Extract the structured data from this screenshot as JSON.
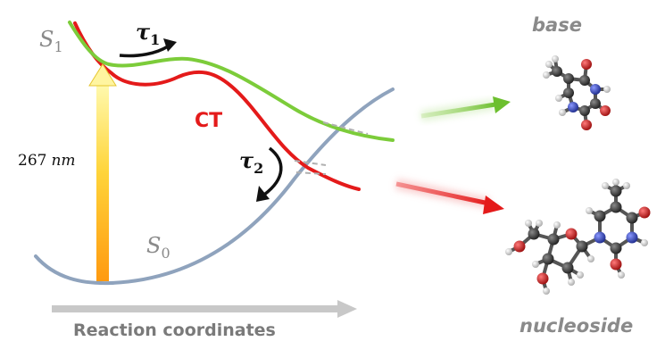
{
  "labels": {
    "s1_letter": "S",
    "s1_sub": "1",
    "s0_letter": "S",
    "s0_sub": "0",
    "tau1_letter": "τ",
    "tau1_sub": "1",
    "tau2_letter": "τ",
    "tau2_sub": "2",
    "ct": "CT",
    "excitation_value": "267",
    "excitation_unit": "nm",
    "axis": "Reaction coordinates",
    "base": "base",
    "nucleoside": "nucleoside"
  },
  "colors": {
    "s1_curve": "#7ccc3a",
    "ct_curve": "#e41a1a",
    "s0_curve": "#8fa3bd",
    "excitation_arrow_top": "#fff58a",
    "excitation_arrow_bottom": "#ffa21a",
    "axis_arrow": "#c8c8c8",
    "atom_carbon": "#3a3a3a",
    "atom_oxygen": "#c71818",
    "atom_nitrogen": "#2b40b8",
    "atom_hydrogen": "#e6e6e6"
  },
  "icons": {
    "base_molecule": "thymine-molecule-icon",
    "nucleoside_molecule": "thymidine-molecule-icon"
  }
}
